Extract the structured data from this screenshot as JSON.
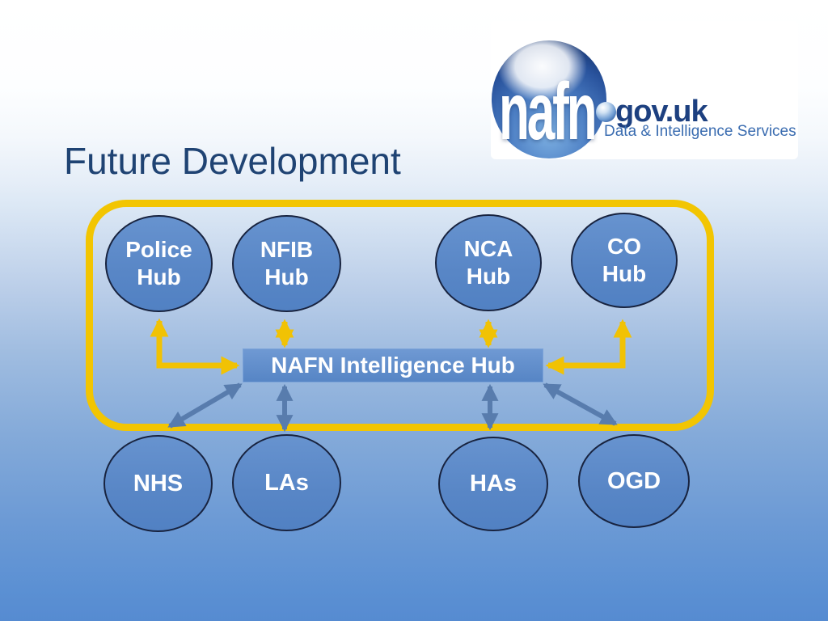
{
  "slide": {
    "title": "Future Development",
    "logo": {
      "brand": "nafn",
      "domain": "gov.uk",
      "tagline": "Data & Intelligence Services"
    },
    "diagram": {
      "hub": {
        "label": "NAFN Intelligence Hub"
      },
      "top_nodes": [
        {
          "id": "police-hub",
          "label": "Police\nHub"
        },
        {
          "id": "nfib-hub",
          "label": "NFIB\nHub"
        },
        {
          "id": "nca-hub",
          "label": "NCA\nHub"
        },
        {
          "id": "co-hub",
          "label": "CO\nHub"
        }
      ],
      "bottom_nodes": [
        {
          "id": "nhs",
          "label": "NHS"
        },
        {
          "id": "las",
          "label": "LAs"
        },
        {
          "id": "has",
          "label": "HAs"
        },
        {
          "id": "ogd",
          "label": "OGD"
        }
      ],
      "colors": {
        "frame_yellow": "#f2c502",
        "arrow_yellow": "#f1c204",
        "arrow_slate": "#587cad",
        "node_blue": "#5d8cc8",
        "title_navy": "#1f4373"
      }
    }
  }
}
